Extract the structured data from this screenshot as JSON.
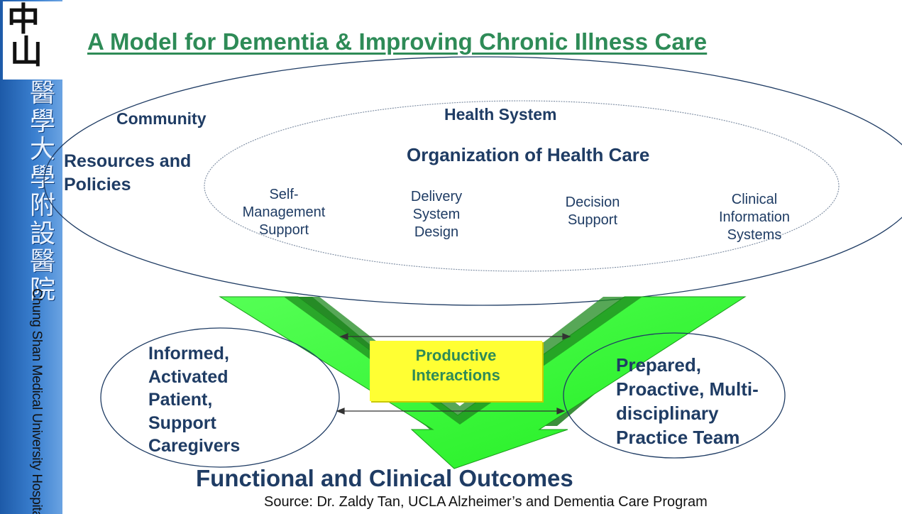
{
  "title": "A Model for Dementia & Improving Chronic Illness Care",
  "sidebar": {
    "logo_chars": [
      "中",
      "山"
    ],
    "cjk_chars": [
      "醫",
      "學",
      "大",
      "學",
      "附",
      "設",
      "醫",
      "院"
    ],
    "vertical_text": "Chung Shan Medical University Hospita"
  },
  "outer_ellipse": {
    "community": "Community",
    "resources_line1": "Resources and",
    "resources_line2": "Policies"
  },
  "inner_ellipse": {
    "health_system": "Health System",
    "organization": "Organization of Health Care",
    "elements": [
      {
        "lines": [
          "Self-",
          "Management",
          "Support"
        ]
      },
      {
        "lines": [
          "Delivery",
          "System",
          "Design"
        ]
      },
      {
        "lines": [
          "Decision",
          "Support"
        ]
      },
      {
        "lines": [
          "Clinical",
          "Information",
          "Systems"
        ]
      }
    ]
  },
  "productive_interactions": {
    "line1": "Productive",
    "line2": "Interactions"
  },
  "patient_circle": {
    "lines": [
      "Informed,",
      "Activated",
      "Patient,",
      "Support",
      "Caregivers"
    ]
  },
  "team_circle": {
    "lines": [
      "Prepared,",
      "Proactive, Multi-",
      "disciplinary",
      "Practice Team"
    ]
  },
  "outcomes": "Functional and Clinical Outcomes",
  "source": "Source: Dr. Zaldy Tan, UCLA Alzheimer’s and Dementia Care Program",
  "colors": {
    "title_green": "#2e8b57",
    "text_navy": "#1f3c64",
    "arrow_green": "#33ff33",
    "arrow_dark": "#1a7a1a",
    "box_yellow": "#ffff33",
    "sidebar_blue": "#2d6fc0"
  }
}
